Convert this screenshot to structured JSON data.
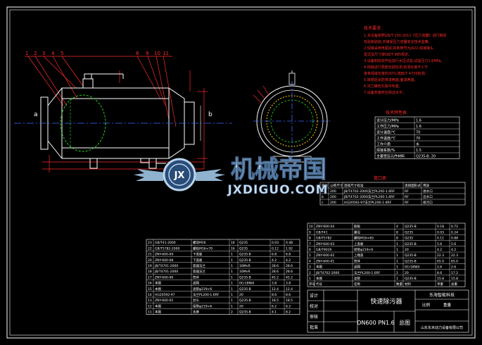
{
  "drawing": {
    "view_labels": {
      "left": "a",
      "right": "b"
    },
    "tech_notes": {
      "title": "技术要求:",
      "lines": [
        "1.本设备按照GB/T 150-2011《压力容器》进行制造",
        "  检验和验收,并接受压力容器安全技术监察。",
        "2.焊接采用电弧焊,焊条牌号为J422,焊接接头",
        "  型式及尺寸按GB/T 985规定。",
        "3.设备制造完毕后进行水压试验,试验压力1.6MPa。",
        "4.焊缝进行局部无损检测,检测长度不少于",
        "  各条焊缝长度的20%,按JB/T 4730检测。",
        "5.除锈后涂防锈漆两遍,面漆两遍。",
        "6.法兰螺栓孔跨中布置。",
        "7.设备安装时应保证水平。"
      ]
    },
    "tech_table": {
      "title": "技术特性表",
      "rows": [
        [
          "设计压力/MPa",
          "1.6"
        ],
        [
          "工作压力/MPa",
          "1.6"
        ],
        [
          "设计温度/℃",
          "70"
        ],
        [
          "工作温度/℃",
          "70"
        ],
        [
          "工作介质",
          "水"
        ],
        [
          "焊接系数/%",
          "1.5"
        ],
        [
          "主要受压元件材料",
          "Q235-B, 20"
        ]
      ]
    },
    "nozzle_table": {
      "title": "管口表",
      "headers": [
        "符号",
        "公称尺寸",
        "连接尺寸标准",
        "连接面形式",
        "用途"
      ],
      "rows": [
        [
          "a",
          "200",
          "JB/T4702-2000法兰PL200-1.6RF",
          "RF",
          "进水口"
        ],
        [
          "b",
          "200",
          "JB/T4702-2000法兰PL200-1.6RF",
          "RF",
          "出水口"
        ],
        [
          "c",
          "200",
          "HG20592-97法兰PL200-1.6RF",
          "RF",
          "排污口"
        ]
      ]
    },
    "bom_left": {
      "rows": [
        [
          "23",
          "GB/T41-2000",
          "螺母M16",
          "16",
          "Q235",
          "0.03",
          "0.48"
        ],
        [
          "22",
          "GB/T5782-2000",
          "螺栓M16×70",
          "16",
          "Q235",
          "0.12",
          "1.92"
        ],
        [
          "21",
          "ZNY-600-09",
          "下盖板",
          "1",
          "Q235-B",
          "6.8",
          "6.8"
        ],
        [
          "20",
          "ZNY-600-08",
          "下盖板",
          "1",
          "Q235-B",
          "4.2",
          "4.2"
        ],
        [
          "19",
          "JB/T4701-2000",
          "容器法兰",
          "1",
          "16MnR",
          "28.6",
          "28.6"
        ],
        [
          "18",
          "JB/T4701-2000",
          "容器法兰",
          "1",
          "16MnR",
          "28.6",
          "28.6"
        ],
        [
          "17",
          "ZNY-600-06",
          "筒体",
          "1",
          "Q235-B",
          "45.2",
          "45.2"
        ],
        [
          "16",
          "本图",
          "滤网",
          "1",
          "0Cr18Ni9",
          "3.8",
          "3.8"
        ],
        [
          "15",
          "本图",
          "滤管φ219×6",
          "1",
          "Q235-B",
          "12.4",
          "12.4"
        ],
        [
          "14",
          "HG20592-97",
          "法兰PL200-1.6RF",
          "1",
          "20",
          "8.6",
          "8.6"
        ],
        [
          "13",
          "ZNY-600-05",
          "封头",
          "1",
          "Q235-B",
          "18.5",
          "18.5"
        ],
        [
          "12",
          "本图",
          "接管φ219×6",
          "1",
          "20",
          "6.2",
          "6.2"
        ],
        [
          "11",
          "本图",
          "支座",
          "2",
          "Q235-B",
          "4.1",
          "8.2"
        ]
      ]
    },
    "bom_right": {
      "rows": [
        [
          "10",
          "ZNY-600-04",
          "筋板",
          "4",
          "Q235-B",
          "0.18",
          "0.72"
        ],
        [
          "9",
          "GB/T41",
          "螺母",
          "8",
          "Q235",
          "0.03",
          "0.24"
        ],
        [
          "8",
          "GB/T5782",
          "螺栓M16×65",
          "8",
          "Q235",
          "0.11",
          "0.88"
        ],
        [
          "7",
          "ZNY-600-03",
          "上盖板",
          "1",
          "Q235-B",
          "5.6",
          "5.6"
        ],
        [
          "6",
          "GB/T9019",
          "接管φ219×6",
          "1",
          "20",
          "4.2",
          "4.2"
        ],
        [
          "5",
          "ZNY-600-02",
          "上端盖",
          "1",
          "Q235-B",
          "22.3",
          "22.3"
        ],
        [
          "4",
          "ZNY-600-01",
          "筒体",
          "1",
          "Q235-B",
          "65.0",
          "65.0"
        ],
        [
          "3",
          "本图",
          "滤网",
          "1",
          "0Cr18Ni9",
          "2.6",
          "2.6"
        ],
        [
          "2",
          "JB/T4702-2000",
          "法兰PL200-1.6RF",
          "2",
          "20",
          "8.6",
          "17.2"
        ],
        [
          "1",
          "本图",
          "滤管",
          "1",
          "Q235-B",
          "15.8",
          "15.8"
        ]
      ],
      "header": [
        "序号",
        "代号",
        "名称",
        "数量",
        "材料",
        "单重",
        "总重"
      ]
    },
    "title_block": {
      "name": "快速除污器",
      "spec": "DN600 PN1.6",
      "kind": "总图",
      "company": "东海智能科技",
      "company2": "山东东禾动力设备有限公司",
      "labels": [
        "设计",
        "校对",
        "审核",
        "批准"
      ],
      "scale_label": "比例",
      "weight_label": "重量"
    },
    "watermark": {
      "title": "机械帝国",
      "url": "JXDIGUO.COM",
      "badge": "JX"
    }
  }
}
